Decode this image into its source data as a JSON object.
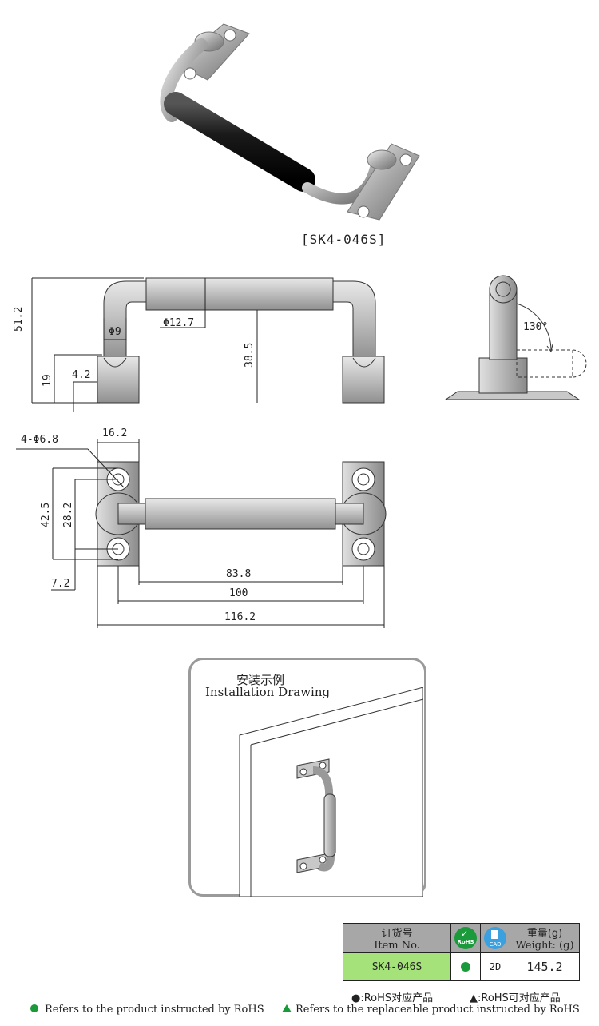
{
  "product": {
    "model_label": "[SK4-046S]"
  },
  "front_view": {
    "dims": {
      "height_total": "51.2",
      "height_base": "19",
      "offset": "4.2",
      "rod_dia": "Φ9",
      "grip_dia": "Φ12.7",
      "grip_height": "38.5"
    }
  },
  "side_view": {
    "angle": "130°"
  },
  "top_view": {
    "dims": {
      "holes": "4-Φ6.8",
      "base_width": "16.2",
      "hole_pitch": "42.5",
      "inner_pitch": "28.2",
      "edge": "7.2",
      "grip_len": "83.8",
      "center": "100",
      "overall": "116.2"
    }
  },
  "installation": {
    "title_cn": "安装示例",
    "title_en": "Installation Drawing"
  },
  "order_table": {
    "item_cn": "订货号",
    "item_en": "Item No.",
    "rohs_badge": "RoHS",
    "cad_badge": "CAD",
    "weight_cn": "重量(g)",
    "weight_en": "Weight: (g)",
    "item_value": "SK4-046S",
    "cad_value": "2D",
    "weight_value": "145.2"
  },
  "legend": {
    "rohs_cn": "●:RoHS对应产品",
    "replace_cn": "▲:RoHS可对应产品",
    "rohs_en": "Refers to the product instructed by RoHS",
    "replace_en": "Refers to the replaceable product instructed by RoHS"
  },
  "colors": {
    "green": "#1a9a3a",
    "cad_blue": "#3aa0e0",
    "table_header": "#a7a7a7",
    "table_data": "#a6e27a"
  }
}
